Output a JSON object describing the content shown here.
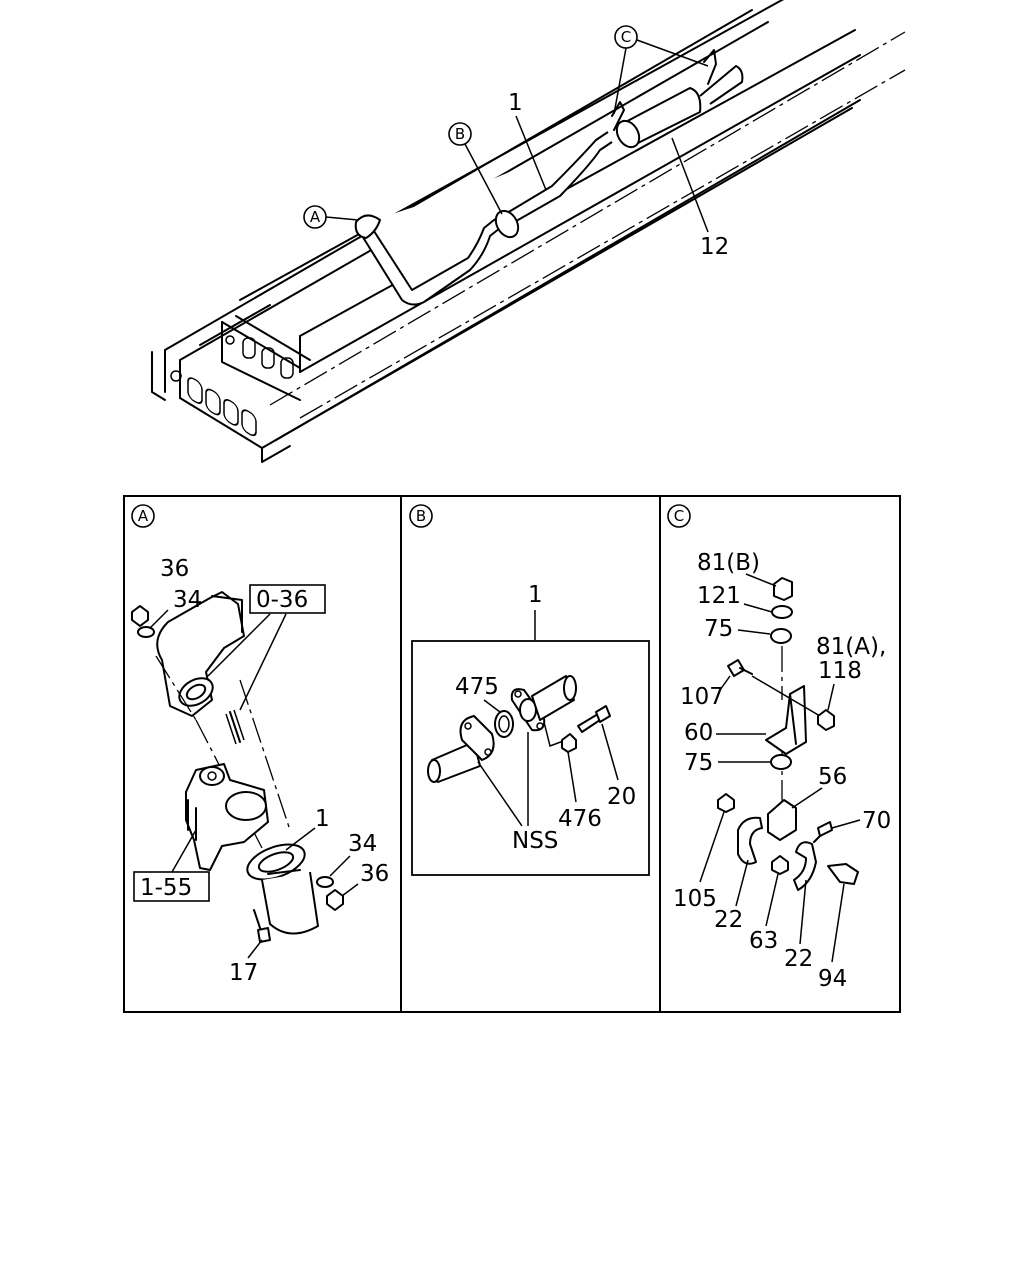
{
  "overview": {
    "callouts": [
      "A",
      "B",
      "C"
    ],
    "labels": {
      "pipe": "1",
      "muffler": "12"
    }
  },
  "panel_a": {
    "id": "A",
    "labels": [
      "36",
      "34",
      "1",
      "34",
      "36",
      "17"
    ],
    "refs": [
      "0-36",
      "1-55"
    ]
  },
  "panel_b": {
    "id": "B",
    "labels": [
      "1",
      "475",
      "476",
      "20",
      "NSS"
    ]
  },
  "panel_c": {
    "id": "C",
    "labels": [
      "81(B)",
      "121",
      "75",
      "81(A),",
      "118",
      "107",
      "60",
      "75",
      "56",
      "70",
      "105",
      "22",
      "63",
      "22",
      "94"
    ]
  }
}
